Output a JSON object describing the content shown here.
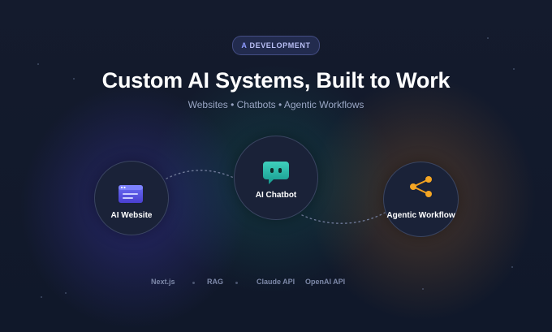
{
  "badge": {
    "icon": "ai-chip-icon",
    "icon_text": "A",
    "label": "DEVELOPMENT"
  },
  "hero": {
    "title": "Custom AI Systems, Built to Work",
    "subtitle": "Websites • Chatbots • Agentic Workflows"
  },
  "nodes": [
    {
      "label": "AI Website",
      "icon": "browser-window-icon",
      "accent": "#5b5fe6"
    },
    {
      "label": "AI Chatbot",
      "icon": "chat-bubble-icon",
      "accent": "#22b3a6"
    },
    {
      "label": "Agentic Workflow",
      "icon": "share-nodes-icon",
      "accent": "#f0a020"
    }
  ],
  "tech_stack": [
    "Next.js",
    "RAG",
    "Claude API",
    "OpenAI API"
  ],
  "colors": {
    "background": "#121a2a",
    "badge_text": "#b9bff5",
    "subtitle": "#9aa6c4",
    "tech_text": "#7d88a8"
  }
}
